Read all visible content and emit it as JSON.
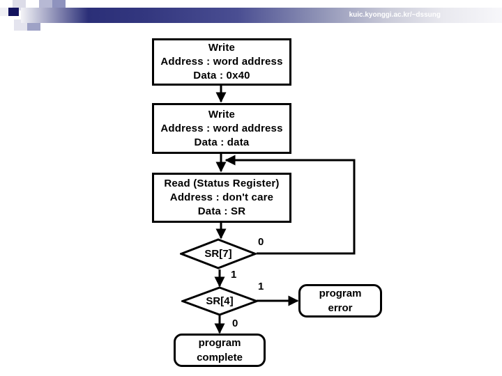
{
  "header": {
    "url": "kuic.kyonggi.ac.kr/~dssung",
    "accent_dark": "#2b2f78",
    "accent_light": "#c9cad8"
  },
  "flowchart": {
    "type": "flowchart",
    "nodes": [
      {
        "id": "write-cmd",
        "shape": "process",
        "lines": [
          "Write",
          "Address : word address",
          "Data : 0x40"
        ]
      },
      {
        "id": "write-data",
        "shape": "process",
        "lines": [
          "Write",
          "Address : word address",
          "Data : data"
        ]
      },
      {
        "id": "read-sr",
        "shape": "process",
        "lines": [
          "Read (Status Register)",
          "Address : don't care",
          "Data : SR"
        ]
      },
      {
        "id": "sr7",
        "shape": "decision",
        "label": "SR[7]"
      },
      {
        "id": "sr4",
        "shape": "decision",
        "label": "SR[4]"
      },
      {
        "id": "program-error",
        "shape": "terminator",
        "lines": [
          "program",
          "error"
        ]
      },
      {
        "id": "program-complete",
        "shape": "terminator",
        "lines": [
          "program",
          "complete"
        ]
      }
    ],
    "edge_labels": {
      "sr7_zero": "0",
      "sr7_one": "1",
      "sr4_one": "1",
      "sr4_zero": "0"
    }
  }
}
